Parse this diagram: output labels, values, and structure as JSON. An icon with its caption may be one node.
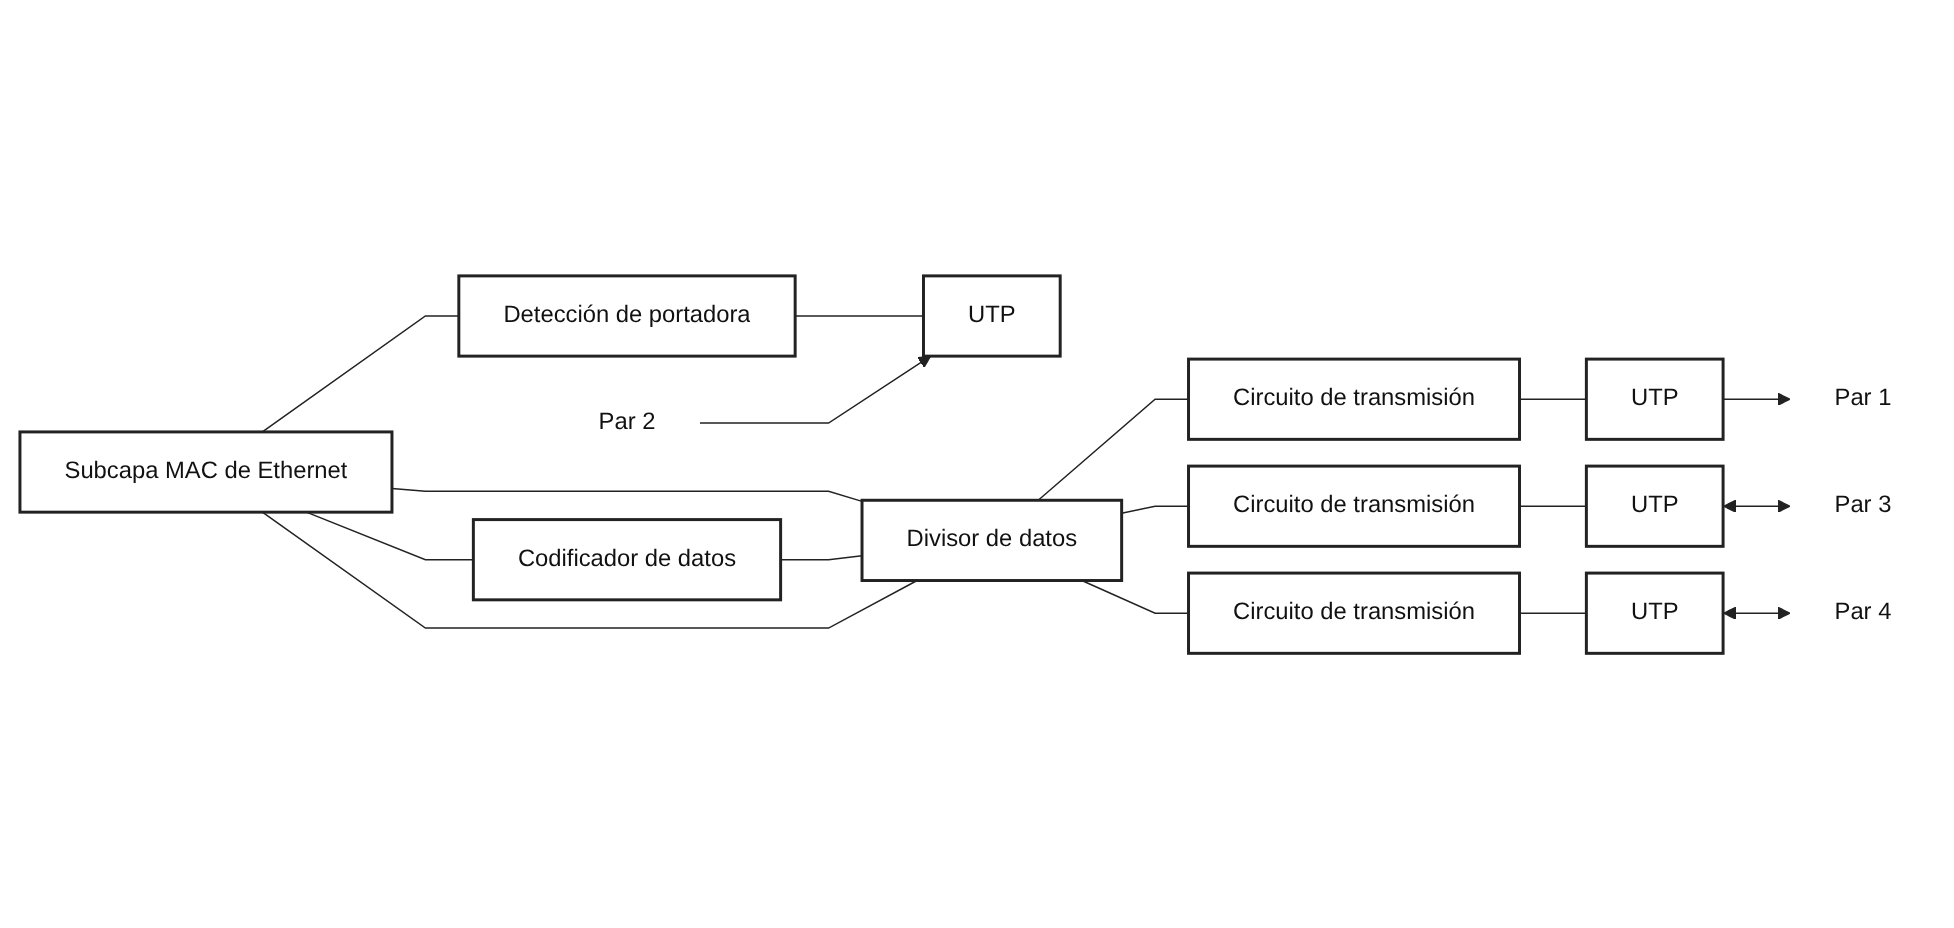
{
  "diagram": {
    "nodes": [
      {
        "text": [
          "Subcapa MAC de Ethernet"
        ]
      },
      {
        "text": [
          "Detección de portadora"
        ]
      },
      {
        "text": [
          "UTP"
        ]
      },
      {
        "text": [
          "Par 2"
        ]
      },
      {
        "text": [
          "Divisor de datos"
        ]
      },
      {
        "text": [
          "Circuito de transmisión"
        ]
      },
      {
        "text": [
          "UTP"
        ]
      },
      {
        "text": [
          "Par 1"
        ]
      },
      {
        "text": [
          "Codificador de datos"
        ]
      },
      {
        "text": [
          "Circuito de transmisión"
        ]
      },
      {
        "text": [
          "UTP"
        ]
      },
      {
        "text": [
          "Par 3"
        ]
      },
      {
        "text": [
          "Circuito de transmisión"
        ]
      },
      {
        "text": [
          "UTP"
        ]
      },
      {
        "text": [
          "Par 4"
        ]
      }
    ],
    "edges": [
      {
        "from": 0,
        "to": 1,
        "arrow": "none"
      },
      {
        "from": 1,
        "to": 2,
        "arrow": "none"
      },
      {
        "from": 3,
        "to": 2,
        "arrow": "to"
      },
      {
        "from": 0,
        "to": 4,
        "arrow": "none"
      },
      {
        "from": 4,
        "to": 5,
        "arrow": "none"
      },
      {
        "from": 5,
        "to": 6,
        "arrow": "none"
      },
      {
        "from": 6,
        "to": 7,
        "arrow": "to"
      },
      {
        "from": 0,
        "to": 8,
        "arrow": "none"
      },
      {
        "from": 8,
        "to": 4,
        "arrow": "none"
      },
      {
        "from": 4,
        "to": 9,
        "arrow": "none"
      },
      {
        "from": 9,
        "to": 10,
        "arrow": "none"
      },
      {
        "from": 10,
        "to": 11,
        "arrow": "both"
      },
      {
        "from": 0,
        "to": 4,
        "arrow": "none"
      },
      {
        "from": 4,
        "to": 12,
        "arrow": "none"
      },
      {
        "from": 12,
        "to": 13,
        "arrow": "none"
      },
      {
        "from": 13,
        "to": 14,
        "arrow": "both"
      }
    ]
  }
}
